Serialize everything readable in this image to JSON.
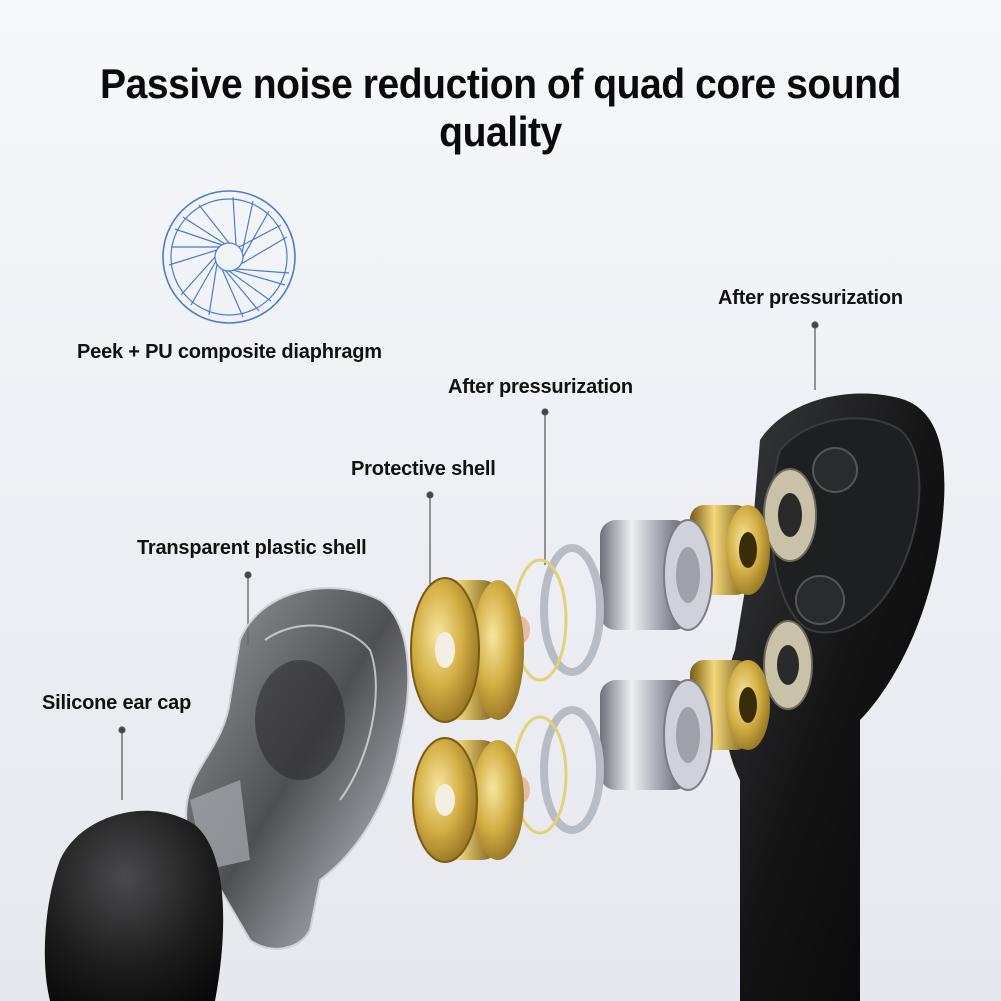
{
  "title": "Passive noise reduction of quad core sound quality",
  "labels": {
    "diaphragm": "Peek + PU composite diaphragm",
    "after_pressurization_top": "After pressurization",
    "after_pressurization_mid": "After pressurization",
    "protective_shell": "Protective shell",
    "transparent_shell": "Transparent plastic shell",
    "silicone_cap": "Silicone ear cap"
  },
  "icons": [
    "diaphragm-icon",
    "earbud-body",
    "driver-stack",
    "silicone-ear-cap",
    "transparent-shell"
  ],
  "colors": {
    "gold": "#c9a43a",
    "silver": "#b8bcc4",
    "black": "#151515",
    "diaphragm_blue": "#4a7ec9"
  }
}
